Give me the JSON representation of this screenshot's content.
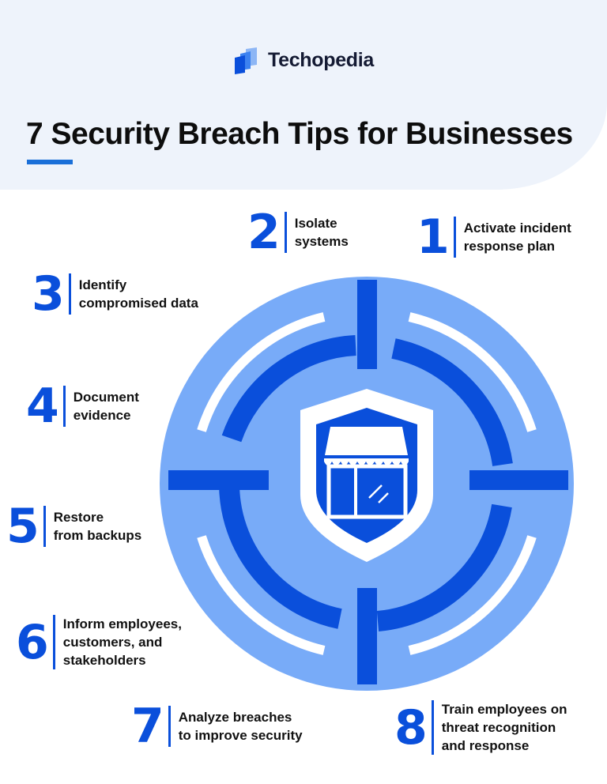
{
  "brand": {
    "name": "Techopedia",
    "logo_icon": "stacked-panels-logo-icon",
    "logo_colors": [
      "#0a4fdb",
      "#3c82f0",
      "#8db6f5"
    ]
  },
  "title": "7 Security Breach Tips for Businesses",
  "colors": {
    "header_bg": "#eef3fb",
    "accent_underline": "#1a6fd8",
    "number_blue": "#0a4fdb",
    "outer_ring": "#78abf8",
    "inner_ring": "#0a4fdb",
    "text": "#111111"
  },
  "center_graphic": {
    "description": "crosshair target with shield and storefront",
    "icons": [
      "crosshair-target-icon",
      "shield-icon",
      "storefront-icon"
    ]
  },
  "tips": [
    {
      "number": "1",
      "lines": [
        "Activate incident",
        "response plan"
      ]
    },
    {
      "number": "2",
      "lines": [
        "Isolate",
        "systems"
      ]
    },
    {
      "number": "3",
      "lines": [
        "Identify",
        "compromised data"
      ]
    },
    {
      "number": "4",
      "lines": [
        "Document",
        "evidence"
      ]
    },
    {
      "number": "5",
      "lines": [
        "Restore",
        "from backups"
      ]
    },
    {
      "number": "6",
      "lines": [
        "Inform employees,",
        "customers, and",
        "stakeholders"
      ]
    },
    {
      "number": "7",
      "lines": [
        "Analyze breaches",
        "to improve security"
      ]
    },
    {
      "number": "8",
      "lines": [
        "Train employees on",
        "threat recognition",
        "and response"
      ]
    }
  ]
}
